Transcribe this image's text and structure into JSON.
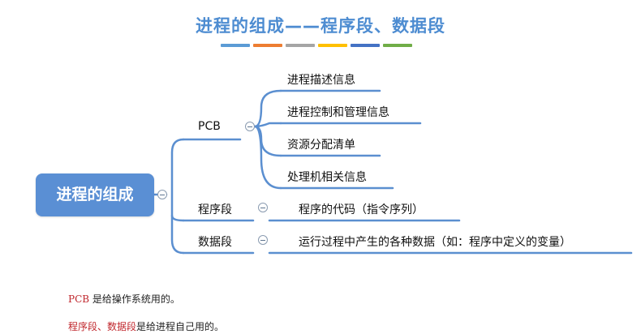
{
  "title": "进程的组成——程序段、数据段",
  "title_bar_colors": [
    "#5b9bd5",
    "#ed7d31",
    "#a5a5a5",
    "#ffc000",
    "#4472c4",
    "#70ad47"
  ],
  "root": {
    "label": "进程的组成"
  },
  "branches": [
    {
      "label": "PCB",
      "children": [
        "进程描述信息",
        "进程控制和管理信息",
        "资源分配清单",
        "处理机相关信息"
      ]
    },
    {
      "label": "程序段",
      "children": [
        "程序的代码（指令序列）"
      ]
    },
    {
      "label": "数据段",
      "children": [
        "运行过程中产生的各种数据（如：程序中定义的变量）"
      ]
    }
  ],
  "notes": [
    {
      "highlight": "PCB",
      "text": " 是给操作系统用的。"
    },
    {
      "highlight": "程序段、数据段",
      "text": "是给进程自己用的。"
    }
  ],
  "colors": {
    "line": "#5b8fd0",
    "root_fill": "#5a8fd4",
    "note_highlight": "#c0272d"
  }
}
